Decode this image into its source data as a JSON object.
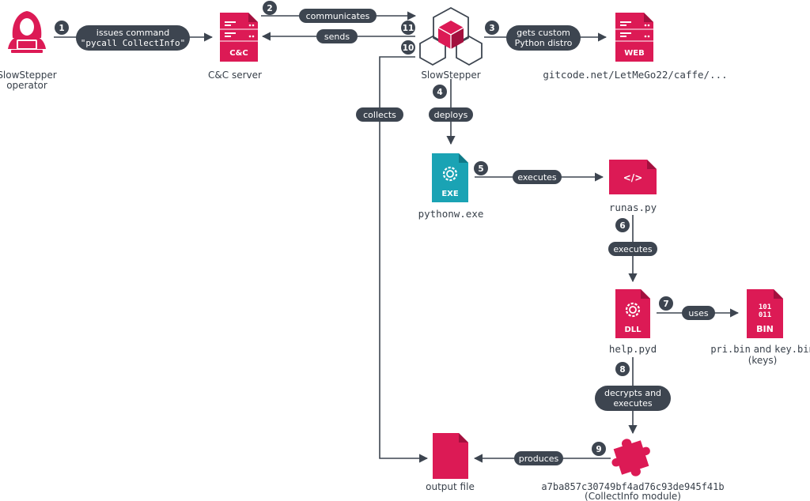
{
  "nodes": {
    "operator": {
      "line1": "SlowStepper",
      "line2": "operator"
    },
    "cc_server": {
      "label": "C&C server",
      "icon_text": "C&C"
    },
    "slowstepper": {
      "label": "SlowStepper"
    },
    "web": {
      "label": "gitcode.net/LetMeGo22/caffe/...",
      "icon_text": "WEB"
    },
    "pythonw": {
      "label": "pythonw.exe",
      "icon_text": "EXE"
    },
    "runas": {
      "label": "runas.py",
      "icon_text": "</>"
    },
    "helppyd": {
      "label": "help.pyd",
      "icon_text": "DLL"
    },
    "keys": {
      "label_mono": "pri.bin",
      "label_and": " and ",
      "label_mono2": "key.bin",
      "line2": "(keys)",
      "icon_bits1": "101",
      "icon_bits2": "011",
      "icon_text": "BIN"
    },
    "module": {
      "label": "a7ba857c30749bf4ad76c93de945f41b",
      "line2": "(CollectInfo module)"
    },
    "output": {
      "label": "output file"
    }
  },
  "steps": {
    "s1": {
      "num": "1",
      "line1": "issues command",
      "line2": "\"pycall CollectInfo\""
    },
    "s2": {
      "num": "2",
      "label": "communicates"
    },
    "s3": {
      "num": "3",
      "line1": "gets custom",
      "line2": "Python distro"
    },
    "s4": {
      "num": "4",
      "label": "deploys"
    },
    "s5": {
      "num": "5",
      "label": "executes"
    },
    "s6": {
      "num": "6",
      "label": "executes"
    },
    "s7": {
      "num": "7",
      "label": "uses"
    },
    "s8": {
      "num": "8",
      "line1": "decrypts and",
      "line2": "executes"
    },
    "s9": {
      "num": "9",
      "label": "produces"
    },
    "s10": {
      "num": "10",
      "label": "collects"
    },
    "s11": {
      "num": "11",
      "label": "sends"
    }
  },
  "colors": {
    "accent": "#dc1a55",
    "teal": "#1aa3b4",
    "dark": "#3d4550",
    "text": "#38404a"
  }
}
